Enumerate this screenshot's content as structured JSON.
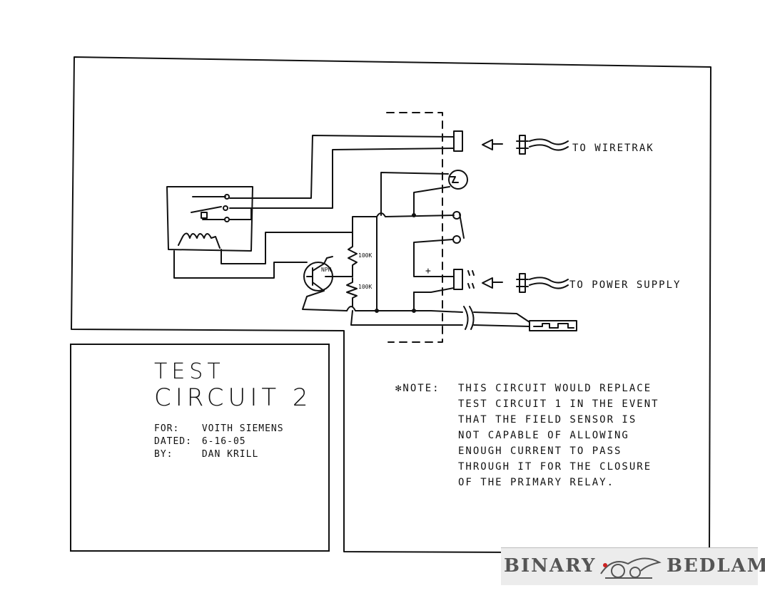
{
  "title": {
    "line1": "TEST",
    "line2": "CIRCUIT 2"
  },
  "info": {
    "for_label": "FOR:",
    "for_value": "VOITH SIEMENS",
    "dated_label": "DATED:",
    "dated_value": "6-16-05",
    "by_label": "BY:",
    "by_value": "DAN KRILL"
  },
  "labels": {
    "to_wiretrak": "TO WIRETRAK",
    "to_power_supply": "TO POWER SUPPLY",
    "npn": "NPN",
    "r1": "100K",
    "r2": "100K",
    "plus": "+",
    "minus": "—"
  },
  "note": {
    "lead": "✻NOTE:",
    "lines": [
      "THIS CIRCUIT WOULD REPLACE",
      "TEST CIRCUIT 1 IN THE EVENT",
      "THAT THE FIELD SENSOR IS",
      "NOT CAPABLE OF ALLOWING",
      "ENOUGH CURRENT TO PASS",
      "THROUGH IT FOR THE CLOSURE",
      "OF THE PRIMARY RELAY."
    ]
  },
  "logo": {
    "word1": "BINARY",
    "word2": "BEDLAM"
  }
}
